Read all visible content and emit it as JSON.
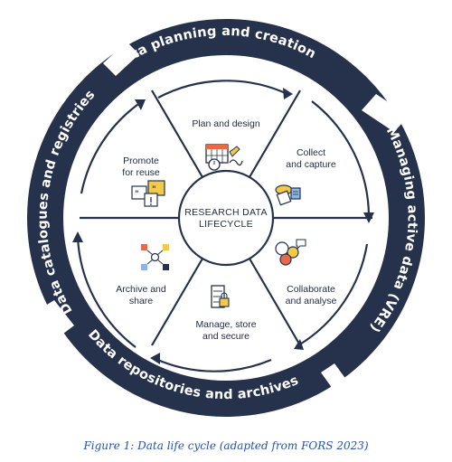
{
  "outer_ring": {
    "top": "Data planning and creation",
    "right": "Managing active data (VRE)",
    "bottom": "Data repositories and archives",
    "left": "Data catalogues and registries"
  },
  "center": {
    "line1": "RESEARCH DATA",
    "line2": "LIFECYCLE"
  },
  "segments": [
    {
      "lines": [
        "Plan and design"
      ],
      "icon": "plan-design-icon"
    },
    {
      "lines": [
        "Collect",
        "and capture"
      ],
      "icon": "collect-capture-icon"
    },
    {
      "lines": [
        "Collaborate",
        "and analyse"
      ],
      "icon": "collaborate-icon"
    },
    {
      "lines": [
        "Manage, store",
        "and secure"
      ],
      "icon": "storage-icon"
    },
    {
      "lines": [
        "Archive and",
        "share"
      ],
      "icon": "share-network-icon"
    },
    {
      "lines": [
        "Promote",
        "for reuse"
      ],
      "icon": "promote-quote-icon"
    }
  ],
  "caption": "Figure 1: Data life cycle (adapted from FORS 2023)",
  "colors": {
    "ring": "#26324c",
    "line": "#26324c",
    "text": "#1f2a44",
    "caption": "#2255a8",
    "background": "#ffffff"
  }
}
